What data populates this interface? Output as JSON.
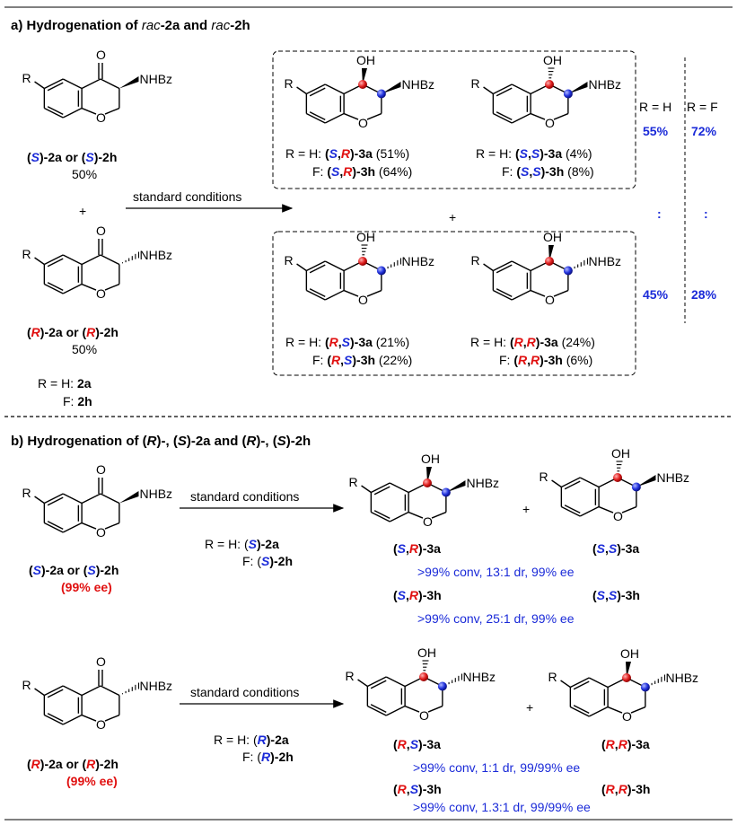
{
  "section_a": {
    "title_parts": [
      "a) Hydrogenation of ",
      "rac",
      "-2a and ",
      "rac",
      "-2h"
    ],
    "s_sm": {
      "label_pre": "(",
      "cfg": "S",
      "mid1": ")-2a or (",
      "cfg2": "S",
      "post": ")-2h",
      "pct": "50%"
    },
    "r_sm": {
      "label_pre": "(",
      "cfg": "R",
      "mid1": ")-2a or (",
      "cfg2": "R",
      "post": ")-2h",
      "pct": "50%"
    },
    "plus": "+",
    "conditions": "standard conditions",
    "legend": {
      "h": "R = H: ",
      "h_val": "2a",
      "f": "F: ",
      "f_val": "2h"
    },
    "products": [
      {
        "l1_pre": "R = H: ",
        "c1": "S",
        "c2": "R",
        "l1_post": ")-3a",
        "l1_pct": " (51%)",
        "l2_pre": "F: ",
        "l2_post": ")-3h",
        "l2_pct": " (64%)"
      },
      {
        "l1_pre": "R = H: ",
        "c1": "S",
        "c2": "S",
        "l1_post": ")-3a",
        "l1_pct": " (4%)",
        "l2_pre": "F: ",
        "l2_post": ")-3h",
        "l2_pct": " (8%)"
      },
      {
        "l1_pre": "R = H: ",
        "c1": "R",
        "c2": "S",
        "l1_post": ")-3a",
        "l1_pct": " (21%)",
        "l2_pre": "F: ",
        "l2_post": ")-3h",
        "l2_pct": " (22%)"
      },
      {
        "l1_pre": "R = H: ",
        "c1": "R",
        "c2": "R",
        "l1_post": ")-3a",
        "l1_pct": " (24%)",
        "l2_pre": "F: ",
        "l2_post": ")-3h",
        "l2_pct": " (6%)"
      }
    ],
    "ratio": {
      "head_h": "R = H",
      "head_f": "R = F",
      "top_h": "55%",
      "top_f": "72%",
      "colon": ":",
      "bot_h": "45%",
      "bot_f": "28%"
    }
  },
  "section_b": {
    "title_parts": [
      "b) Hydrogenation of (",
      "R",
      ")-, (",
      "S",
      ")-2a and (",
      "R",
      ")-, (",
      "S",
      ")-2h"
    ],
    "row1": {
      "sm_label": [
        "(",
        "S",
        ")-2a or (",
        "S",
        ")-2h"
      ],
      "ee": "(99% ee)",
      "conditions": "standard conditions",
      "cond_h": [
        "R = H: (",
        "S",
        ")-2a"
      ],
      "cond_f": [
        "F: (",
        "S",
        ")-2h"
      ],
      "p1a": [
        "(",
        "S",
        ",",
        "R",
        ")-3a"
      ],
      "p2a": [
        "(",
        "S",
        ",",
        "S",
        ")-3a"
      ],
      "res_a": ">99% conv, 13:1 dr, 99% ee",
      "p1h": [
        "(",
        "S",
        ",",
        "R",
        ")-3h"
      ],
      "p2h": [
        "(",
        "S",
        ",",
        "S",
        ")-3h"
      ],
      "res_h": ">99% conv, 25:1 dr, 99% ee"
    },
    "row2": {
      "sm_label": [
        "(",
        "R",
        ")-2a or (",
        "R",
        ")-2h"
      ],
      "ee": "(99% ee)",
      "conditions": "standard conditions",
      "cond_h": [
        "R = H: (",
        "R",
        ")-2a"
      ],
      "cond_f": [
        "F: (",
        "R",
        ")-2h"
      ],
      "p1a": [
        "(",
        "R",
        ",",
        "S",
        ")-3a"
      ],
      "p2a": [
        "(",
        "R",
        ",",
        "R",
        ")-3a"
      ],
      "res_a": ">99% conv, 1:1 dr, 99/99% ee",
      "p1h": [
        "(",
        "R",
        ",",
        "S",
        ")-3h"
      ],
      "p2h": [
        "(",
        "R",
        ",",
        "R",
        ")-3h"
      ],
      "res_h": ">99% conv, 1.3:1 dr, 99/99% ee"
    }
  },
  "atoms": {
    "O": "O",
    "R": "R",
    "OH": "OH",
    "NHBz": "NHBz",
    "plus": "+"
  },
  "colors": {
    "blue": "#1a2ad8",
    "red": "#e01010"
  }
}
